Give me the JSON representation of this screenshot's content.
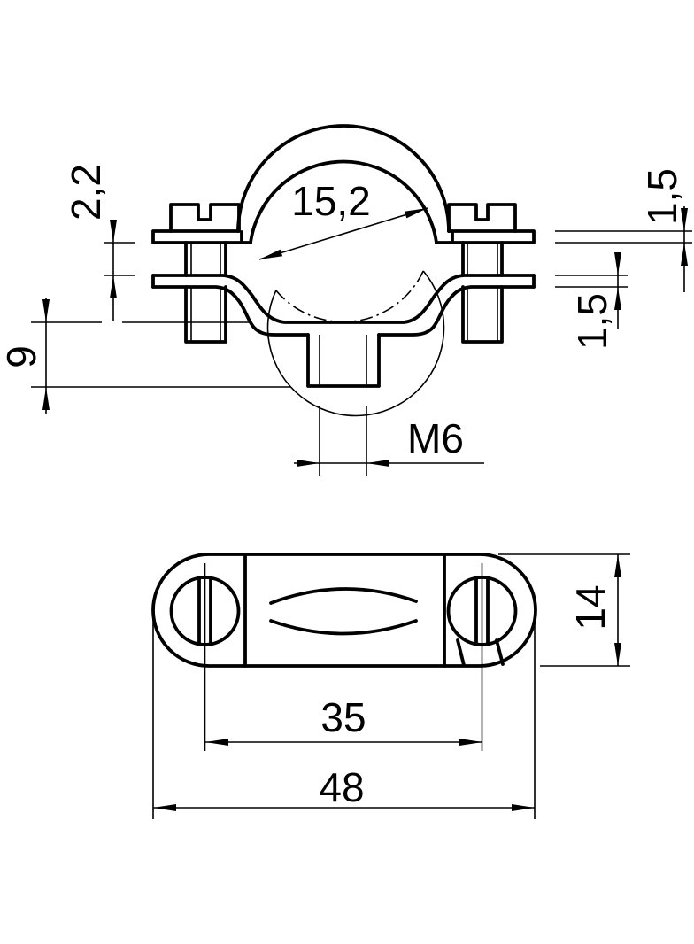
{
  "drawing": {
    "type": "technical-dimension-drawing",
    "part": "pipe-clamp-with-threaded-stud",
    "background": "#ffffff",
    "line_color": "#000000",
    "views": {
      "front": {
        "label": "front-view-clamp-section",
        "dims": {
          "diameter": "15,2",
          "flange_gap": "2,2",
          "stud_height": "9",
          "thread": "M6",
          "band_thickness_upper": "1,5",
          "band_thickness_lower": "1,5"
        }
      },
      "plan": {
        "label": "top-view-clamp",
        "dims": {
          "hole_spacing": "35",
          "overall_length": "48",
          "width": "14"
        }
      }
    }
  }
}
